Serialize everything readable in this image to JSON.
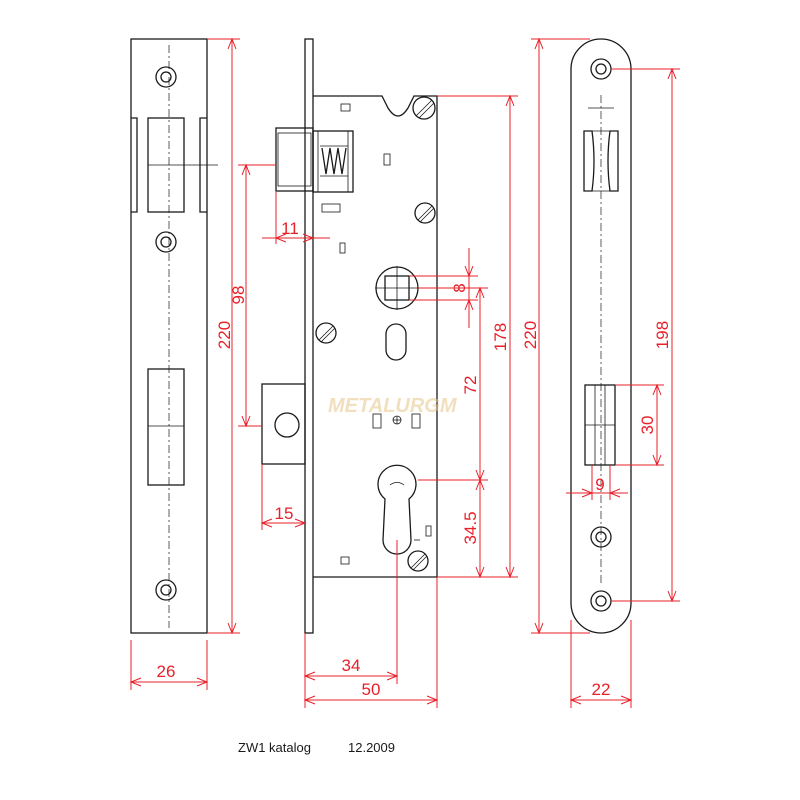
{
  "dimensions": {
    "faceplate_length": "220",
    "faceplate_width": "26",
    "latch_projection": "11",
    "handle_to_cylinder": "98",
    "deadbolt_projection": "15",
    "spindle_square": "8",
    "case_height": "178",
    "backset": "34",
    "body_depth": "50",
    "center_distance": "72",
    "cylinder_offset": "34.5",
    "strike_length": "220",
    "strike_width": "22",
    "strike_hole_spacing": "198",
    "strike_opening": "30",
    "strike_opening_width": "9"
  },
  "watermark": "METALURGM",
  "caption": {
    "name": "ZW1 katalog",
    "date": "12.2009"
  },
  "colors": {
    "dimension": "#e8202a",
    "drawing": "#1a1a1a",
    "watermark": "#e6c58a"
  }
}
